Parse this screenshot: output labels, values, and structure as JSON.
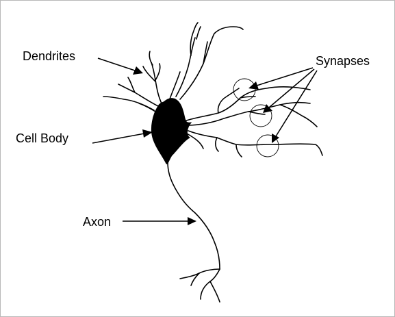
{
  "diagram": {
    "labels": {
      "dendrites": "Dendrites",
      "synapses": "Synapses",
      "cell_body": "Cell Body",
      "axon": "Axon"
    },
    "colors": {
      "ink": "#000000",
      "background": "#ffffff",
      "frame": "#b8b8b8"
    }
  }
}
